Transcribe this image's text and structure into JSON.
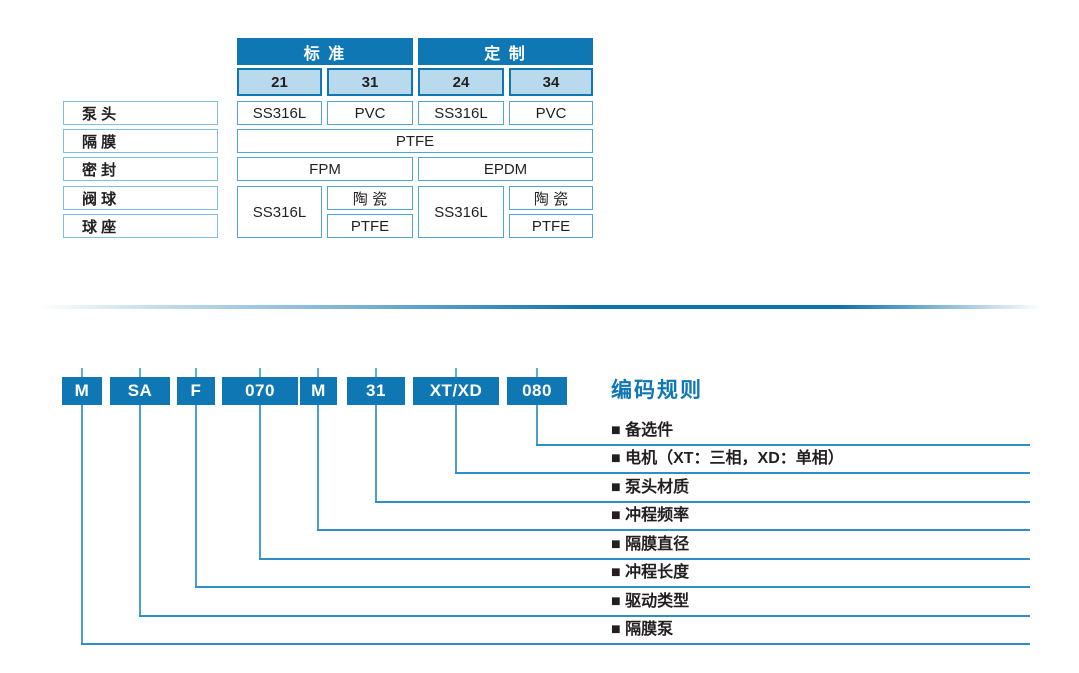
{
  "colors": {
    "primary_blue": "#0f78b4",
    "header_fill": "#b9d9ed",
    "cell_border": "#4ea6d6",
    "label_border": "#7fbde2",
    "connector_line": "#2f8ec6",
    "text": "#231f20"
  },
  "materials_table": {
    "group_headers": [
      {
        "label": "标 准"
      },
      {
        "label": "定 制"
      }
    ],
    "column_headers": [
      "21",
      "31",
      "24",
      "34"
    ],
    "rows": [
      {
        "label": "泵 头",
        "values": [
          "SS316L",
          "PVC",
          "SS316L",
          "PVC"
        ]
      },
      {
        "label": "隔 膜",
        "values": [
          "PTFE"
        ]
      },
      {
        "label": "密 封",
        "values": [
          "FPM",
          "EPDM"
        ]
      },
      {
        "label": "阀 球",
        "values": [
          "SS316L",
          "陶 瓷",
          "SS316L",
          "陶 瓷"
        ]
      },
      {
        "label": "球 座",
        "values": [
          "PTFE",
          "PTFE"
        ]
      }
    ]
  },
  "coding": {
    "title": "编码规则",
    "segments": [
      {
        "code": "M",
        "label": "■ 隔膜泵"
      },
      {
        "code": "SA",
        "label": "■ 驱动类型"
      },
      {
        "code": "F",
        "label": "■ 冲程长度"
      },
      {
        "code": "070",
        "label": "■ 隔膜直径"
      },
      {
        "code": "M",
        "label": "■ 冲程频率"
      },
      {
        "code": "31",
        "label": "■ 泵头材质"
      },
      {
        "code": "XT/XD",
        "label": "■ 电机（XT：三相，XD：单相）"
      },
      {
        "code": "080",
        "label": "■ 备选件"
      }
    ]
  }
}
